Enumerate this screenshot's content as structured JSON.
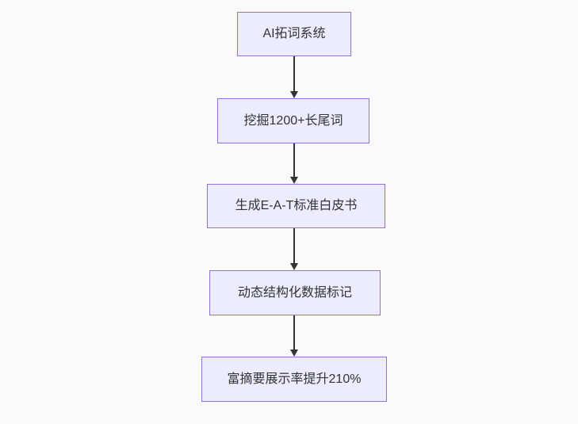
{
  "page": {
    "background_color": "#fafafa"
  },
  "flowchart": {
    "type": "flowchart",
    "direction": "top-down",
    "node_fill_color": "#ECECFF",
    "node_border_color": "#9370DB",
    "node_text_color": "#333333",
    "edge_color": "#333333",
    "nodes": [
      {
        "label": "AI拓词系统"
      },
      {
        "label": "挖掘1200+长尾词"
      },
      {
        "label": "生成E-A-T标准白皮书"
      },
      {
        "label": "动态结构化数据标记"
      },
      {
        "label": "富摘要展示率提升210%"
      }
    ],
    "edges": [
      {
        "from": 0,
        "to": 1
      },
      {
        "from": 1,
        "to": 2
      },
      {
        "from": 2,
        "to": 3
      },
      {
        "from": 3,
        "to": 4
      }
    ]
  }
}
